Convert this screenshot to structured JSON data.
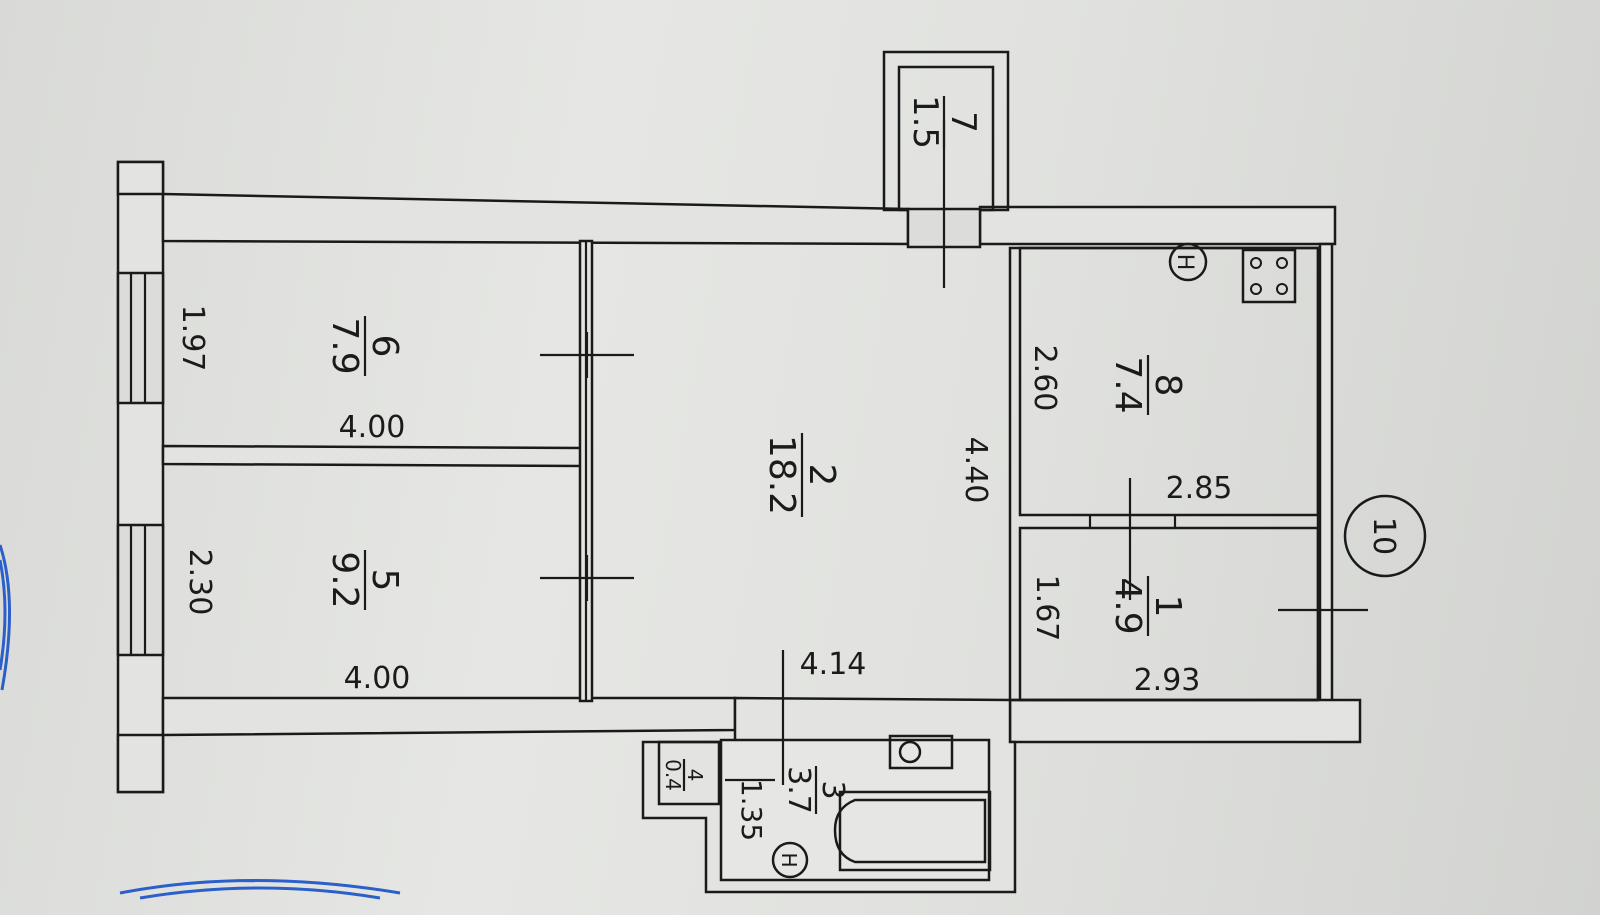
{
  "rooms": [
    {
      "number": "1",
      "area": "4.9"
    },
    {
      "number": "2",
      "area": "18.2"
    },
    {
      "number": "3",
      "area": "3.7"
    },
    {
      "number": "4",
      "area": "0.4"
    },
    {
      "number": "5",
      "area": "9.2"
    },
    {
      "number": "6",
      "area": "7.9"
    },
    {
      "number": "7",
      "area": "1.5"
    },
    {
      "number": "8",
      "area": "7.4"
    }
  ],
  "dimensions": [
    "1.97",
    "4.00",
    "2.30",
    "4.00",
    "4.40",
    "2.60",
    "2.85",
    "1.67",
    "2.93",
    "4.14",
    "1.35"
  ],
  "apartment_number": "10",
  "symbols": {
    "riser": "H"
  }
}
